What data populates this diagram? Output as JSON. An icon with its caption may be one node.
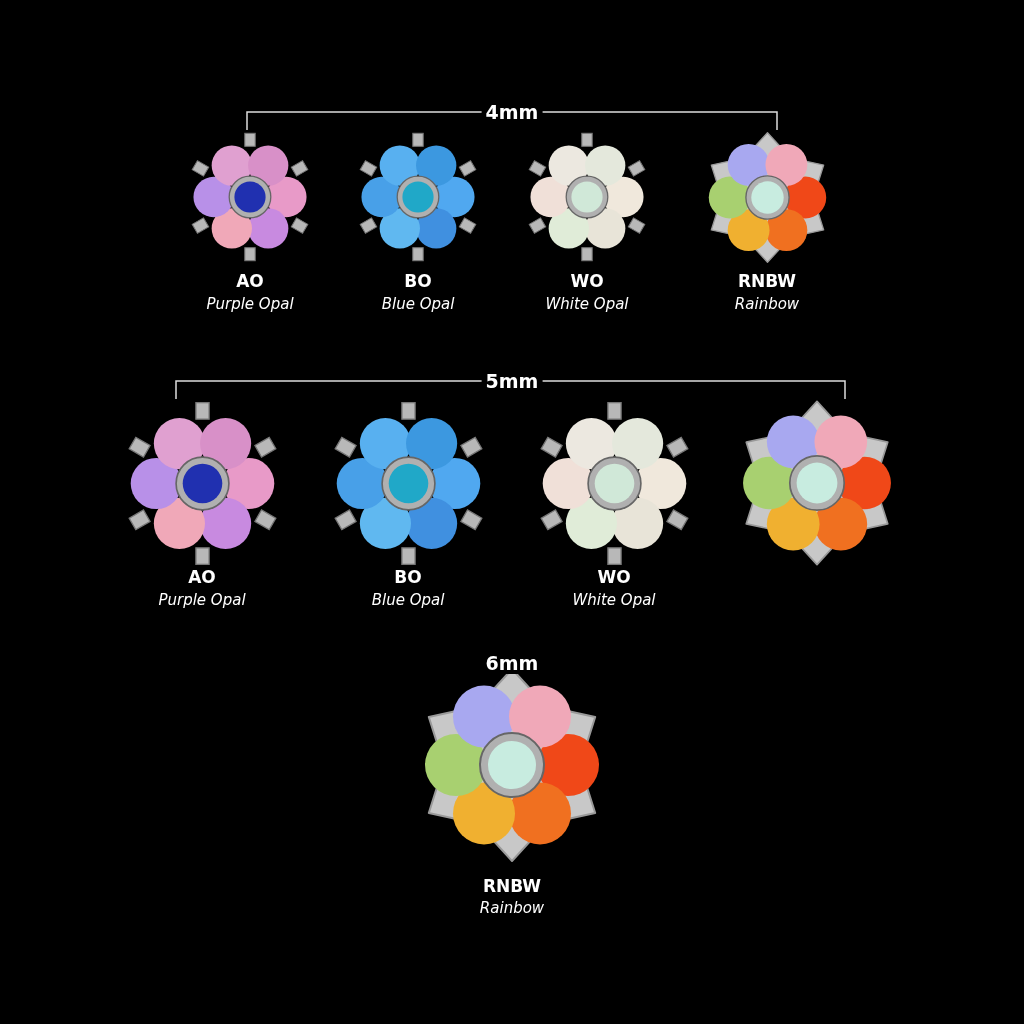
{
  "diagram": {
    "labels": [
      "4mm",
      "AO",
      "Purple Opal",
      "BO",
      "Blue Opal",
      "WO",
      "White Opal",
      "RNBW",
      "Rainbow",
      "5mm",
      "AO",
      "Purple Opal",
      "BO",
      "Blue Opal",
      "WO",
      "White Opal",
      "6mm",
      "RNBW",
      "Rainbow"
    ]
  }
}
